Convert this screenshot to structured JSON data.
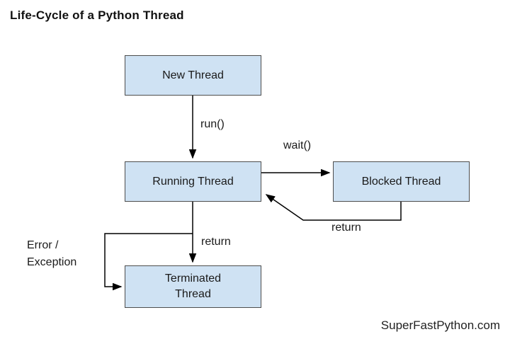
{
  "diagram": {
    "title": "Life-Cycle of a Python Thread",
    "watermark": "SuperFastPython.com",
    "nodes": {
      "new_thread": {
        "label": "New Thread"
      },
      "running_thread": {
        "label": "Running Thread"
      },
      "blocked_thread": {
        "label": "Blocked Thread"
      },
      "terminated_thread": {
        "label": "Terminated Thread"
      }
    },
    "edges": {
      "run": {
        "label": "run()",
        "from": "new_thread",
        "to": "running_thread"
      },
      "wait": {
        "label": "wait()",
        "from": "running_thread",
        "to": "blocked_thread"
      },
      "blocked_return": {
        "label": "return",
        "from": "blocked_thread",
        "to": "running_thread"
      },
      "terminate_return": {
        "label": "return",
        "from": "running_thread",
        "to": "terminated_thread"
      },
      "error": {
        "label": "Error / Exception",
        "from": "running_thread",
        "to": "terminated_thread"
      }
    },
    "colors": {
      "box_fill": "#cfe2f3",
      "box_border": "#4d4d4d",
      "arrow": "#000000",
      "text": "#111111"
    }
  }
}
